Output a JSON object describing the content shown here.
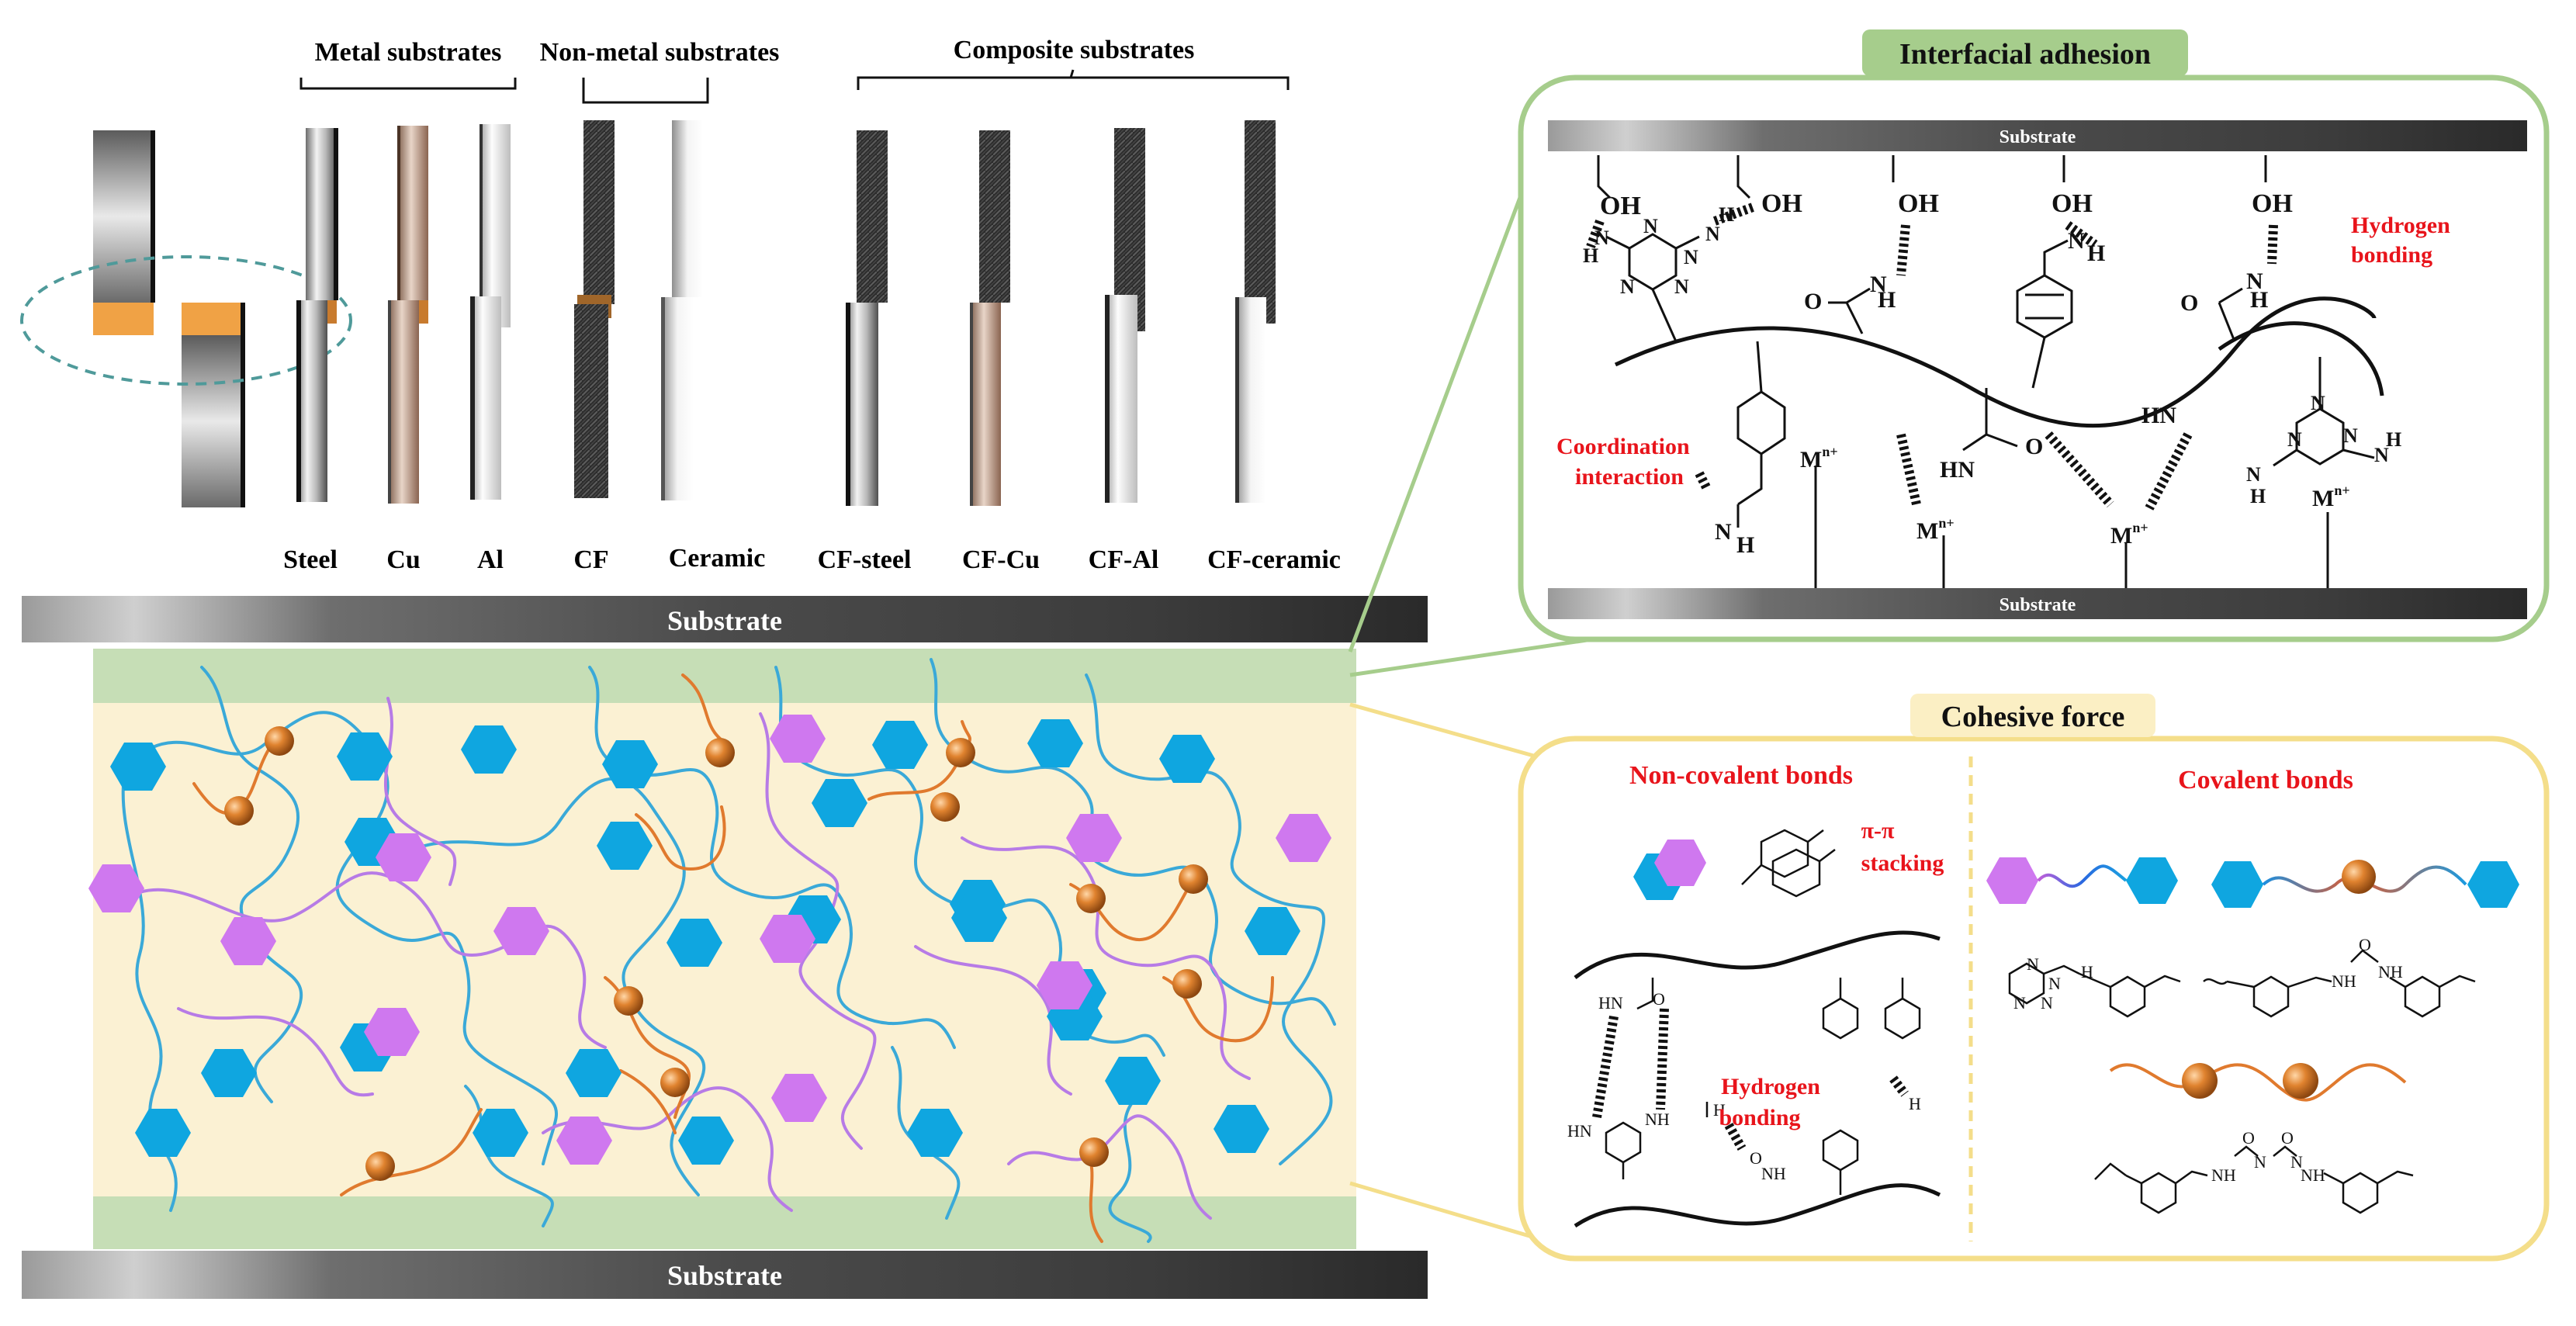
{
  "top_panel": {
    "groups": [
      {
        "label": "Metal substrates"
      },
      {
        "label": "Non-metal substrates"
      },
      {
        "label": "Composite substrates"
      }
    ],
    "samples": [
      "Steel",
      "Cu",
      "Al",
      "CF",
      "Ceramic",
      "CF-steel",
      "CF-Cu",
      "CF-Al",
      "CF-ceramic"
    ]
  },
  "joint": {
    "substrate_top": "Substrate",
    "substrate_bottom": "Substrate"
  },
  "interfacial_adhesion": {
    "title": "Interfacial adhesion",
    "substrate_top": "Substrate",
    "substrate_bottom": "Substrate",
    "hydrogen_label_1": "Hydrogen",
    "hydrogen_label_2": "bonding",
    "coordination_label_1": "Coordination",
    "coordination_label_2": "interaction",
    "metal_ion": "M",
    "metal_ion_charge": "n+"
  },
  "cohesive_force": {
    "title": "Cohesive force",
    "noncovalent_title": "Non-covalent bonds",
    "covalent_title": "Covalent bonds",
    "pi_label": "π-π",
    "stacking_label": "stacking",
    "hydrogen_label_1": "Hydrogen",
    "hydrogen_label_2": "bonding"
  },
  "colors": {
    "hexagon_blue": "#0fa6e0",
    "hexagon_purple": "#cf78ef",
    "sphere_orange": "#d9742a",
    "chain_blue": "#3aa9d8",
    "chain_purple": "#b77be6",
    "chain_orange": "#e07a2e",
    "matrix": "#fbf1d3",
    "interface_green": "#c6deb6",
    "frame_green": "#a6cd8c",
    "frame_yellow": "#f4de8a",
    "label_red": "#e8141b"
  }
}
